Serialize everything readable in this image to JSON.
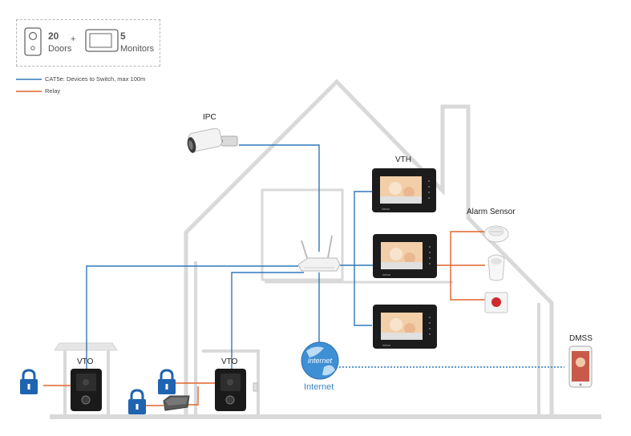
{
  "capacity": {
    "doors_count": "20",
    "doors_label": "Doors",
    "plus": "+",
    "monitors_count": "5",
    "monitors_label": "Monitors"
  },
  "legend": {
    "items": [
      {
        "text": "CAT5e: Devices to Switch, max 100m",
        "color": "#2e78b8"
      },
      {
        "text": "Relay",
        "color": "#e0642c"
      }
    ]
  },
  "labels": {
    "ipc": "IPC",
    "vth": "VTH",
    "alarm_sensor": "Alarm Sensor",
    "dmss": "DMSS",
    "vto_left": "VTO",
    "vto_right": "VTO",
    "internet_globe": "internet",
    "internet": "Internet",
    "monitor_brand": "dahua"
  },
  "colors": {
    "network": "#2e78b8",
    "relay": "#e0642c",
    "house_outline": "#d9d9d9",
    "lock": "#1f64b0",
    "internet_text": "#3a84c9"
  },
  "icons": [
    "door-station-icon",
    "monitor-icon",
    "camera-icon",
    "router-icon",
    "smoke-detector-icon",
    "pir-sensor-icon",
    "emergency-button-icon",
    "lock-icon",
    "relay-module-icon",
    "globe-icon",
    "smartphone-icon"
  ]
}
